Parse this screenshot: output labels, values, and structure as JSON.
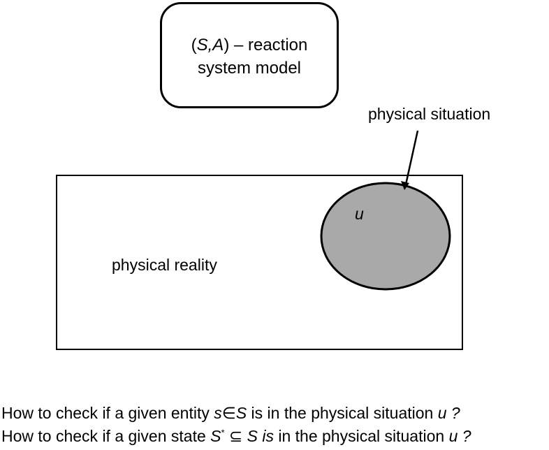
{
  "model": {
    "open_paren": "(",
    "set_s": "S",
    "comma": ",",
    "set_a": "A",
    "rest_line1": ") – reaction",
    "line2": "system model"
  },
  "situation_label": "physical situation",
  "reality_label": "physical reality",
  "ellipse_label": "u",
  "question1": {
    "prefix": "How to check if a given entity ",
    "entity": "s",
    "elem_of": "∈",
    "set": "S",
    "middle": " is in the physical situation ",
    "var": "u",
    "end": " ?"
  },
  "question2": {
    "prefix": "How to check  if a given state ",
    "state": "S",
    "star": "*",
    "subset": " ⊆ ",
    "set": "S",
    "is_word": " is",
    "middle": " in the physical situation ",
    "var": "u",
    "end": " ?"
  },
  "colors": {
    "situation_fill": "#a9a9a9",
    "stroke": "#000000",
    "background": "#ffffff"
  }
}
